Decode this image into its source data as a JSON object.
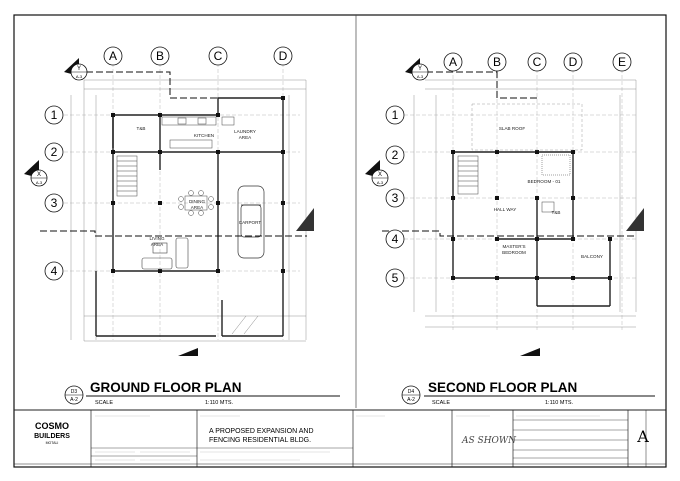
{
  "ground": {
    "title": "GROUND FLOOR PLAN",
    "scale_label": "SCALE",
    "scale_value": "1:110 MTS.",
    "ref_top": "D3",
    "ref_bottom": "A-2",
    "grid_cols": [
      "A",
      "B",
      "C",
      "D"
    ],
    "grid_rows": [
      "1",
      "2",
      "3",
      "4"
    ],
    "section_y": {
      "letter": "Y",
      "sheet": "A-3"
    },
    "section_x": {
      "letter": "X",
      "sheet": "A-3"
    },
    "rooms": [
      "T&B",
      "KITCHEN",
      "LAUNDRY AREA",
      "DINING AREA",
      "CARPORT",
      "LIVING AREA"
    ]
  },
  "second": {
    "title": "SECOND FLOOR PLAN",
    "scale_label": "SCALE",
    "scale_value": "1:110 MTS.",
    "ref_top": "D4",
    "ref_bottom": "A-2",
    "grid_cols": [
      "A",
      "B",
      "C",
      "D",
      "E"
    ],
    "grid_rows": [
      "1",
      "2",
      "3",
      "4",
      "5"
    ],
    "section_y": {
      "letter": "Y",
      "sheet": "A-3"
    },
    "section_x": {
      "letter": "X",
      "sheet": "A-3"
    },
    "rooms": [
      "SLAB ROOF",
      "BEDROOM - 01",
      "HALL WAY",
      "T&B",
      "MASTER'S BEDROOM",
      "BALCONY"
    ]
  },
  "title_block": {
    "company_line1": "COSMO",
    "company_line2": "BUILDERS",
    "company_line3": "MOTALI",
    "project_title_line1": "A PROPOSED EXPANSION AND",
    "project_title_line2": "FENCING RESIDENTIAL BLDG.",
    "scale_note": "AS SHOWN",
    "sheet_letter": "A"
  }
}
